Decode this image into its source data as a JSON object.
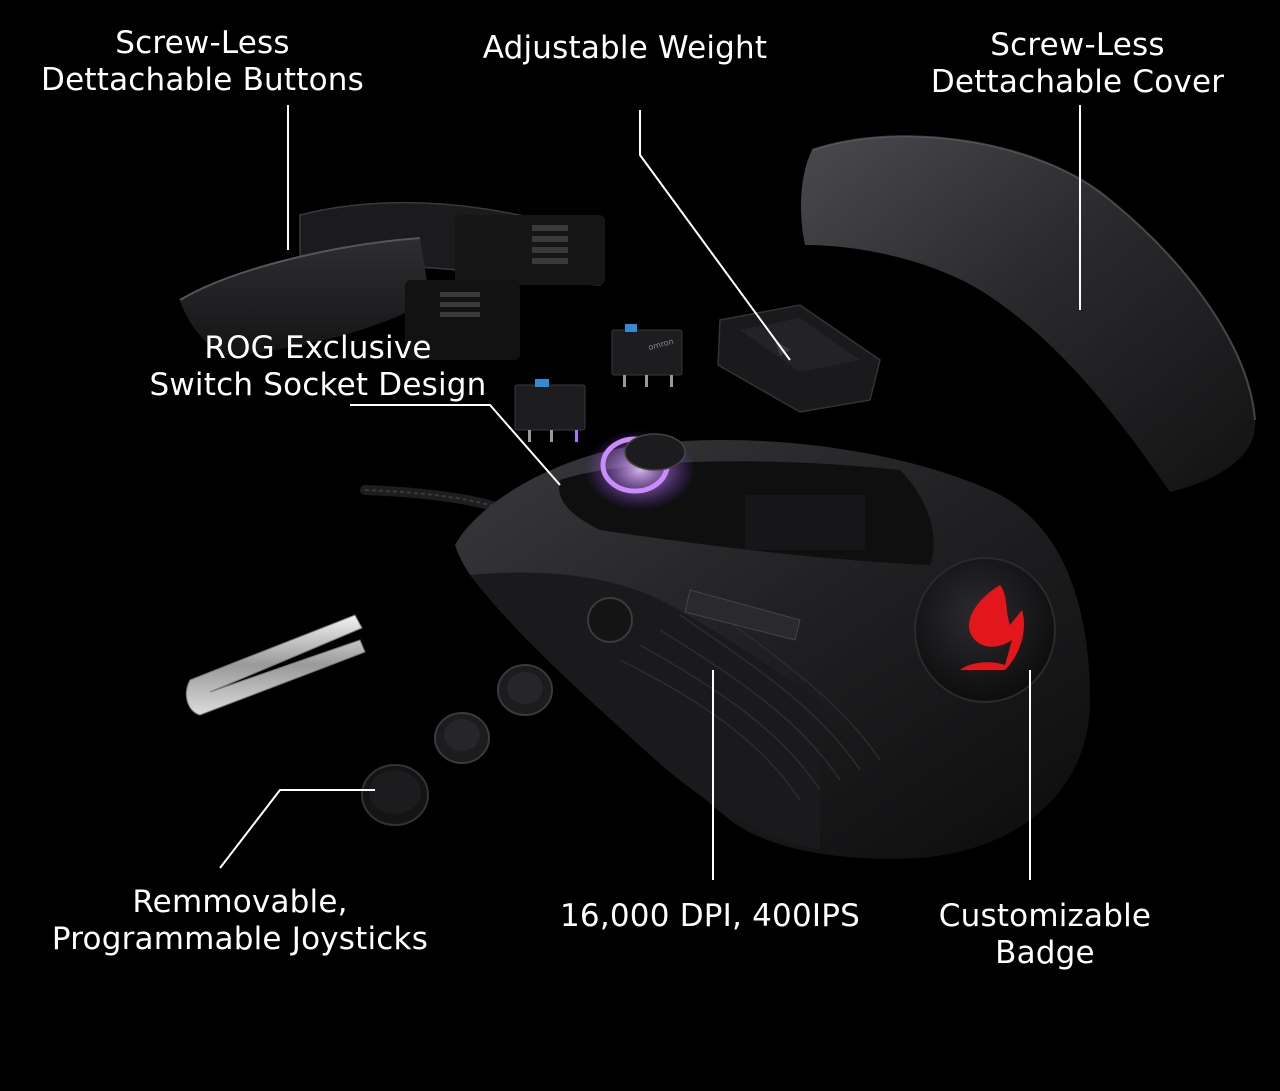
{
  "colors": {
    "background": "#000000",
    "label_text": "#ffffff",
    "leader_line": "#ffffff",
    "logo_red": "#e3161b",
    "led_purple": "#c98cff",
    "switch_blue": "#2f8bd6"
  },
  "callouts": {
    "buttons": {
      "line1": "Screw-Less",
      "line2": "Dettachable Buttons"
    },
    "weight": {
      "line1": "Adjustable Weight"
    },
    "cover": {
      "line1": "Screw-Less",
      "line2": "Dettachable Cover"
    },
    "socket": {
      "line1": "ROG Exclusive",
      "line2": "Switch Socket Design"
    },
    "joysticks": {
      "line1": "Remmovable,",
      "line2": "Programmable Joysticks"
    },
    "dpi": {
      "line1": "16,000 DPI, 400IPS"
    },
    "badge": {
      "line1": "Customizable",
      "line2": "Badge"
    }
  },
  "switch_brand": "omron"
}
